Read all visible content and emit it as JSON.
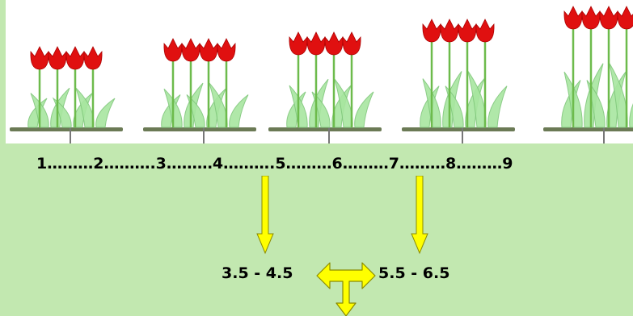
{
  "scale": {
    "numbers": [
      "1",
      "2",
      "3",
      "4",
      "5",
      "6",
      "7",
      "8",
      "9"
    ],
    "text": "1………2……….3………4……….5………6………7………8………9"
  },
  "ranges": {
    "left": "3.5 - 4.5",
    "right": "5.5 - 6.5"
  },
  "colors": {
    "background": "#c2e8b0",
    "arrow_fill": "#ffff00",
    "arrow_stroke": "#8a8a00",
    "tulip_red": "#e01010",
    "leaf_green": "#a8e6a0",
    "stem_green": "#6dbb4c",
    "soil": "#6b7a55"
  },
  "icons": {
    "down_arrow": "down-arrow-icon",
    "double_arrow": "double-headed-arrow-icon",
    "tulip_group": "tulip-group-image"
  }
}
